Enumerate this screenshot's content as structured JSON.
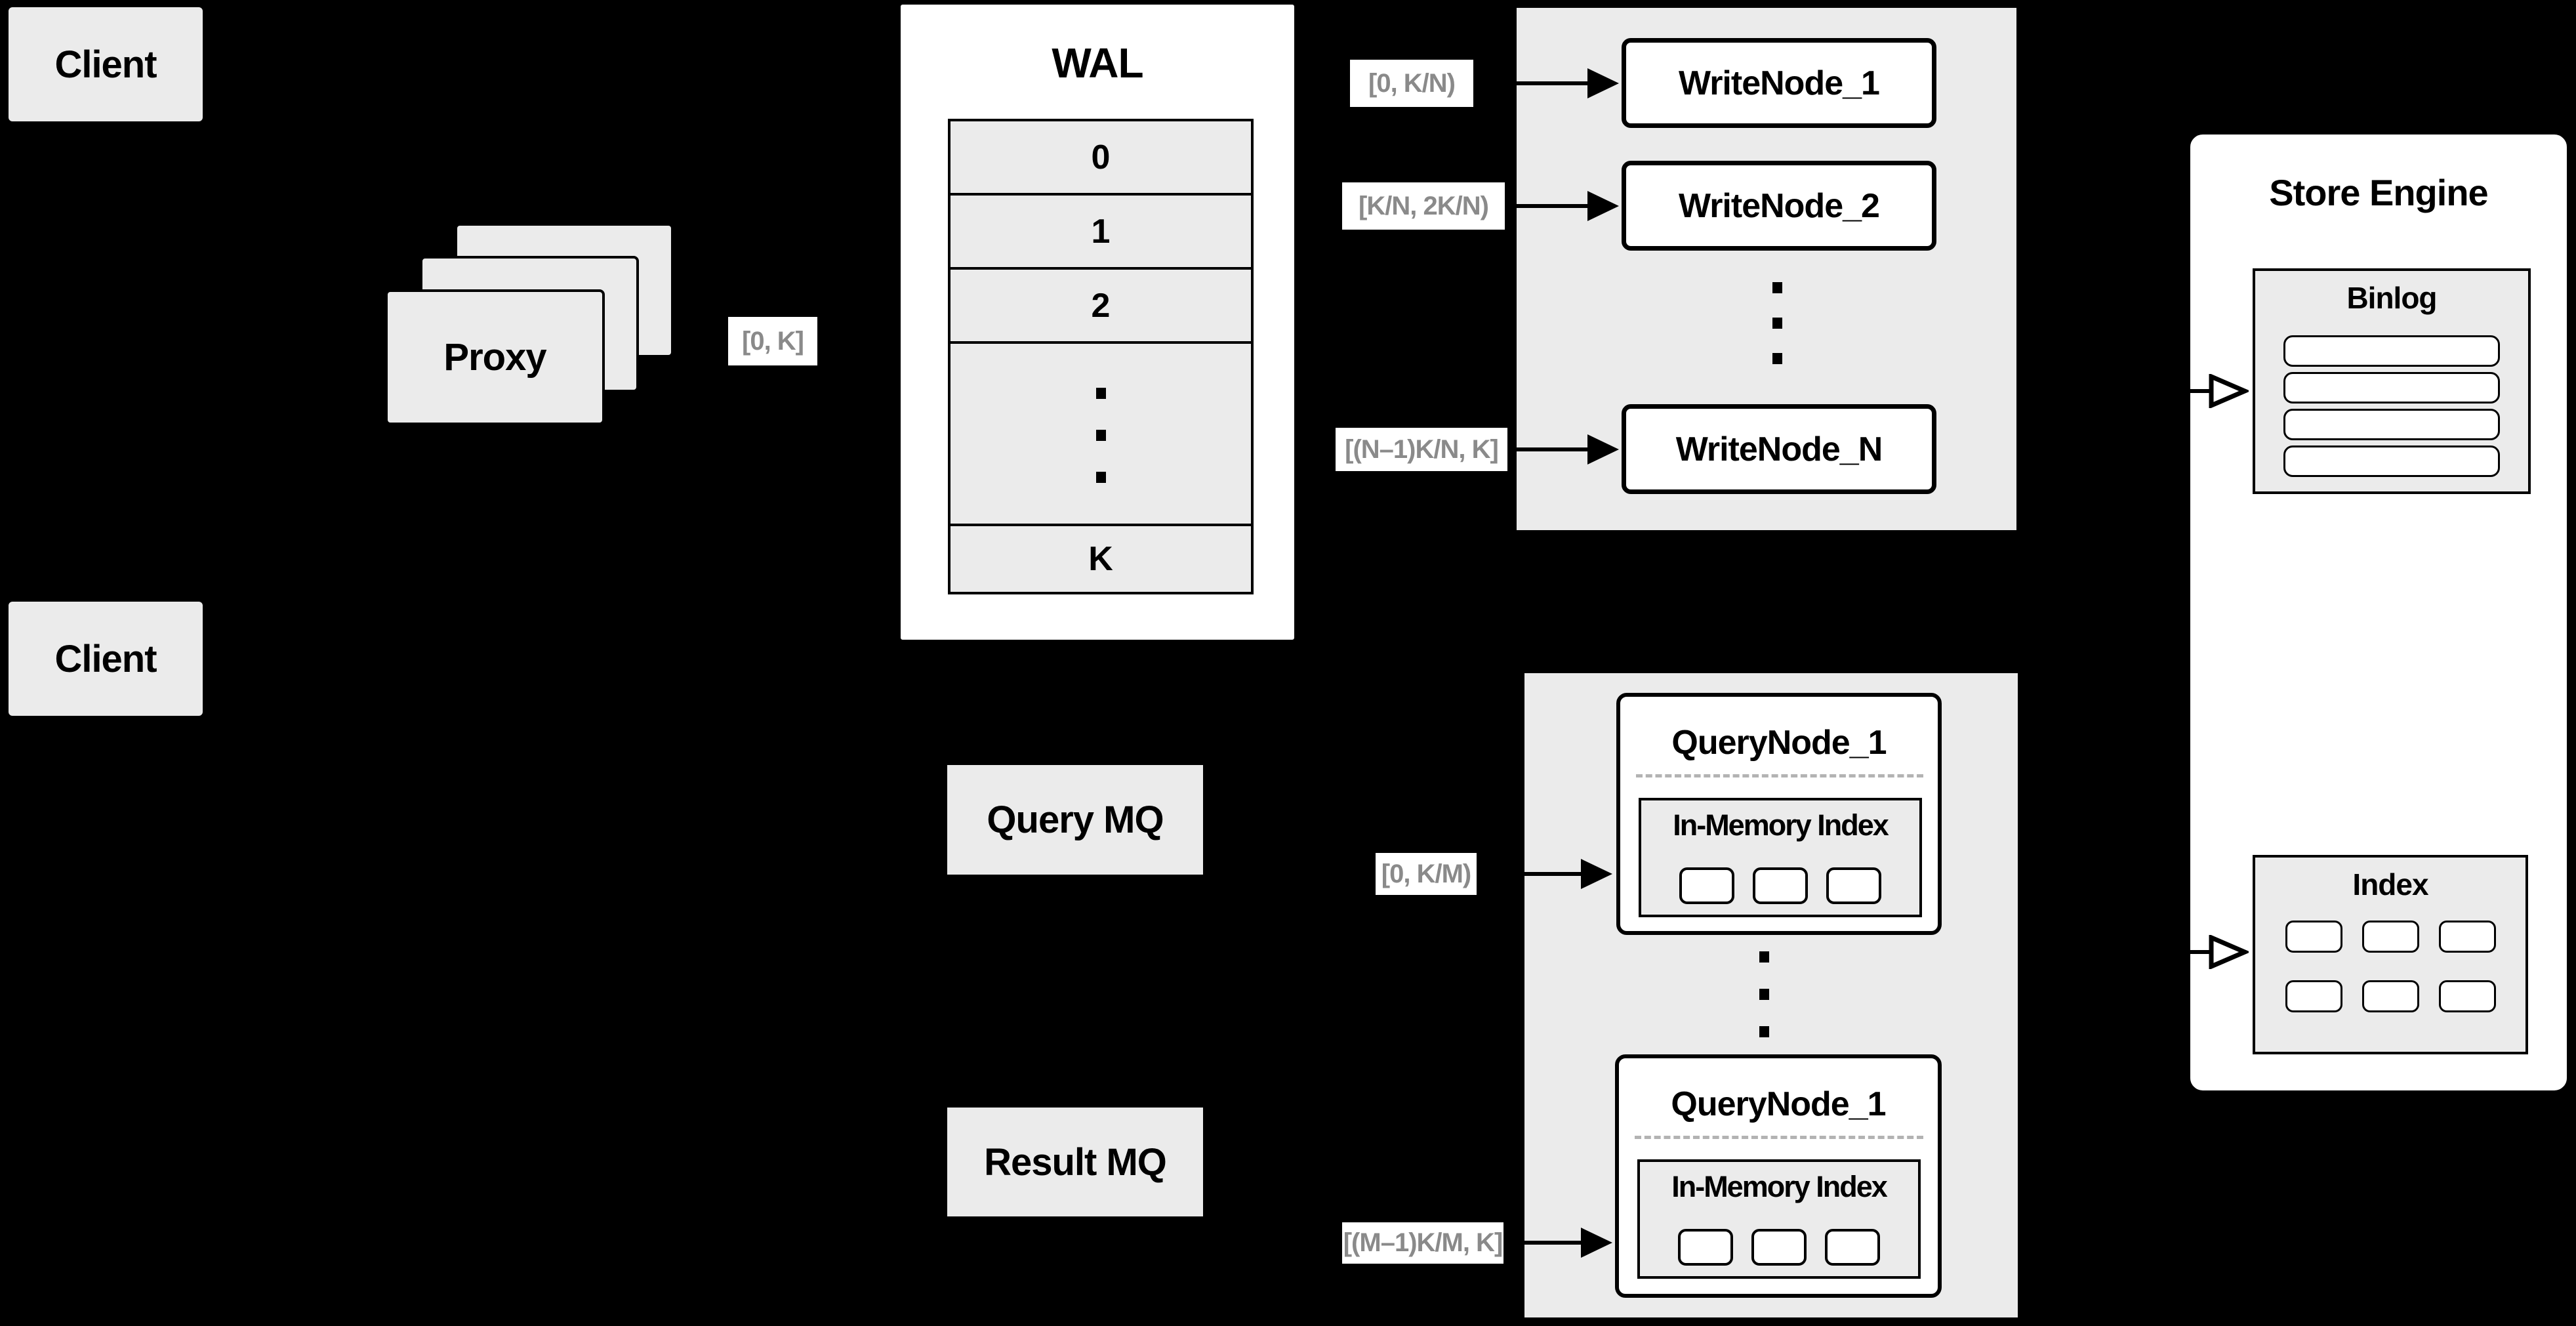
{
  "labels": {
    "client_top": "Client",
    "client_bottom": "Client",
    "proxy": "Proxy",
    "wal_title": "WAL",
    "wal_row_0": "0",
    "wal_row_1": "1",
    "wal_row_2": "2",
    "wal_row_k": "K",
    "range_proxy": "[0, K]",
    "range_write_1": "[0, K/N)",
    "range_write_2": "[K/N, 2K/N)",
    "range_write_n": "[(N–1)K/N, K]",
    "range_query_1": "[0, K/M)",
    "range_query_m": "[(M–1)K/M, K]",
    "write_node_1": "WriteNode_1",
    "write_node_2": "WriteNode_2",
    "write_node_n": "WriteNode_N",
    "query_mq": "Query MQ",
    "result_mq": "Result MQ",
    "query_node_top": "QueryNode_1",
    "query_node_bottom": "QueryNode_1",
    "in_memory_top": "In-Memory Index",
    "in_memory_bottom": "In-Memory Index",
    "store_engine": "Store Engine",
    "binlog": "Binlog",
    "index": "Index"
  },
  "colors": {
    "background": "#000000",
    "panel_fill": "#ebebeb",
    "node_fill": "#ffffff",
    "border": "#000000",
    "range_text": "#8a8a8a",
    "dashed_separator": "#b3b3b3"
  }
}
